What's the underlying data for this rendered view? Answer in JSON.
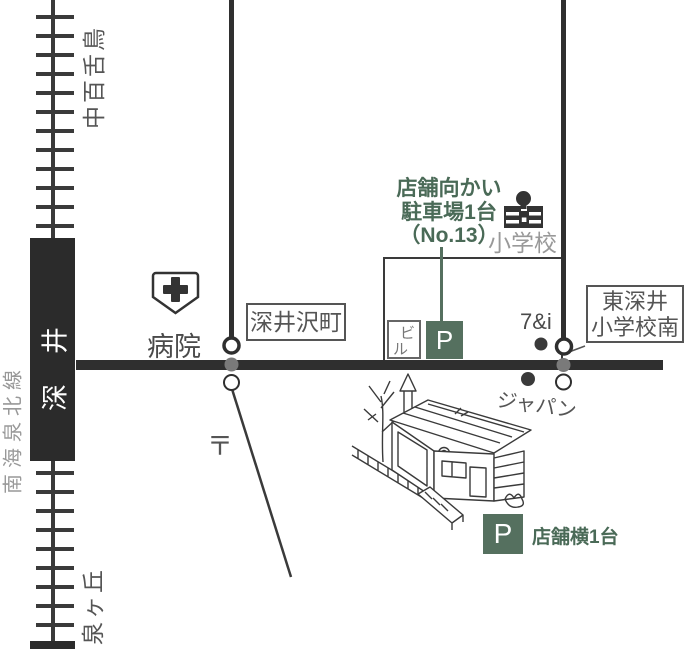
{
  "colors": {
    "road": "#2f2f2f",
    "rail": "#3a3a3a",
    "station_bg": "#2b2b2b",
    "gray_label": "#555555",
    "light_gray_label": "#999999",
    "parking_green": "#55705f",
    "green_text": "#4a6a57"
  },
  "railway": {
    "line_name": "南海泉北線",
    "station_name": "深井",
    "toward_top": "中百舌鳥",
    "toward_bottom": "泉ヶ丘"
  },
  "poi": {
    "hospital": "病院",
    "postal_mark": "〒",
    "building": "ビ",
    "building2": "ル",
    "school": "小学校",
    "seven_and_i": "7&i",
    "japan": "ジャパン"
  },
  "intersections": {
    "fukaisawacho": "深井沢町",
    "higashifukai_line1": "東深井",
    "higashifukai_line2": "小学校南"
  },
  "parking_opposite": {
    "symbol": "P",
    "line1": "店舗向かい",
    "line2": "駐車場1台",
    "line3": "（No.13）"
  },
  "parking_side": {
    "symbol": "P",
    "label": "店舗横1台"
  }
}
